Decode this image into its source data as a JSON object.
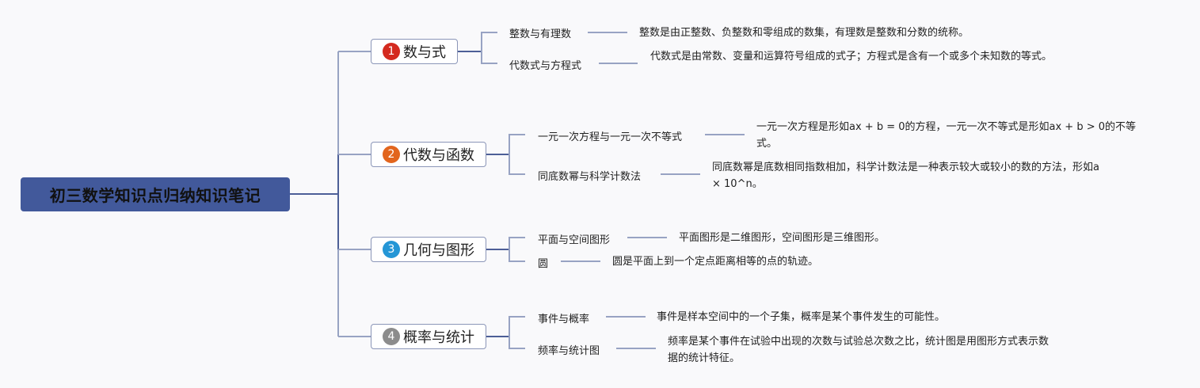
{
  "root": {
    "title": "初三数学知识点归纳知识笔记",
    "color": "#42599b"
  },
  "topics": [
    {
      "number": "1",
      "label": "数与式",
      "badge_color": "#d42a1f",
      "subtopics": [
        {
          "label": "整数与有理数",
          "desc": "整数是由正整数、负整数和零组成的数集，有理数是整数和分数的统称。"
        },
        {
          "label": "代数式与方程式",
          "desc": "代数式是由常数、变量和运算符号组成的式子；方程式是含有一个或多个未知数的等式。"
        }
      ]
    },
    {
      "number": "2",
      "label": "代数与函数",
      "badge_color": "#e2651d",
      "subtopics": [
        {
          "label": "一元一次方程与一元一次不等式",
          "desc": "一元一次方程是形如ax + b = 0的方程，一元一次不等式是形如ax + b > 0的不等式。"
        },
        {
          "label": "同底数幂与科学计数法",
          "desc": "同底数幂是底数相同指数相加，科学计数法是一种表示较大或较小的数的方法，形如a × 10^n。"
        }
      ]
    },
    {
      "number": "3",
      "label": "几何与图形",
      "badge_color": "#2496d6",
      "subtopics": [
        {
          "label": "平面与空间图形",
          "desc": "平面图形是二维图形，空间图形是三维图形。"
        },
        {
          "label": "圆",
          "desc": "圆是平面上到一个定点距离相等的点的轨迹。"
        }
      ]
    },
    {
      "number": "4",
      "label": "概率与统计",
      "badge_color": "#8c8c8c",
      "subtopics": [
        {
          "label": "事件与概率",
          "desc": "事件是样本空间中的一个子集，概率是某个事件发生的可能性。"
        },
        {
          "label": "频率与统计图",
          "desc": "频率是某个事件在试验中出现的次数与试验总次数之比，统计图是用图形方式表示数据的统计特征。"
        }
      ]
    }
  ]
}
